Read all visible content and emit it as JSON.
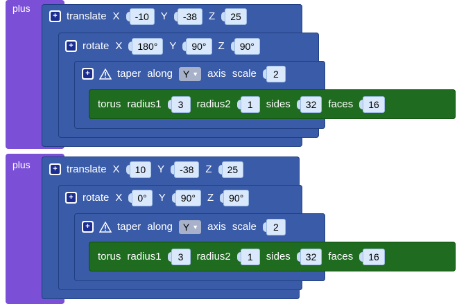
{
  "groups": [
    {
      "operator": "plus",
      "translate": {
        "label": "translate",
        "x_label": "X",
        "x": "-10",
        "y_label": "Y",
        "y": "-38",
        "z_label": "Z",
        "z": "25"
      },
      "rotate": {
        "label": "rotate",
        "x_label": "X",
        "x": "180°",
        "y_label": "Y",
        "y": "90°",
        "z_label": "Z",
        "z": "90°"
      },
      "taper": {
        "label": "taper",
        "along": "along",
        "axis_value": "Y",
        "axis_label": "axis",
        "scale_label": "scale",
        "scale": "2"
      },
      "torus": {
        "label": "torus",
        "radius1_label": "radius1",
        "radius1": "3",
        "radius2_label": "radius2",
        "radius2": "1",
        "sides_label": "sides",
        "sides": "32",
        "faces_label": "faces",
        "faces": "16"
      }
    },
    {
      "operator": "plus",
      "translate": {
        "label": "translate",
        "x_label": "X",
        "x": "10",
        "y_label": "Y",
        "y": "-38",
        "z_label": "Z",
        "z": "25"
      },
      "rotate": {
        "label": "rotate",
        "x_label": "X",
        "x": "0°",
        "y_label": "Y",
        "y": "90°",
        "z_label": "Z",
        "z": "90°"
      },
      "taper": {
        "label": "taper",
        "along": "along",
        "axis_value": "Y",
        "axis_label": "axis",
        "scale_label": "scale",
        "scale": "2"
      },
      "torus": {
        "label": "torus",
        "radius1_label": "radius1",
        "radius1": "3",
        "radius2_label": "radius2",
        "radius2": "1",
        "sides_label": "sides",
        "sides": "32",
        "faces_label": "faces",
        "faces": "16"
      }
    }
  ],
  "colors": {
    "operator": "#7b4fd6",
    "transform": "#3a5ba8",
    "shape": "#1f6b1f",
    "field": "#d9e8fb"
  }
}
